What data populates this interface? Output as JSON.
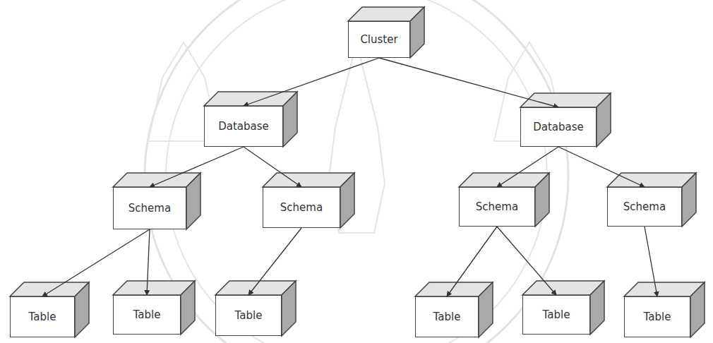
{
  "diagram": {
    "nodes": [
      {
        "text": [
          "Cluster"
        ]
      },
      {
        "text": [
          "Database"
        ]
      },
      {
        "text": [
          "Database"
        ]
      },
      {
        "text": [
          "Schema"
        ]
      },
      {
        "text": [
          "Schema"
        ]
      },
      {
        "text": [
          "Schema"
        ]
      },
      {
        "text": [
          "Schema"
        ]
      },
      {
        "text": [
          "Table"
        ]
      },
      {
        "text": [
          "Table"
        ]
      },
      {
        "text": [
          "Table"
        ]
      },
      {
        "text": [
          "Table"
        ]
      },
      {
        "text": [
          "Table"
        ]
      },
      {
        "text": [
          "Table"
        ]
      }
    ],
    "edges": [
      {
        "from": 0,
        "to": 1,
        "arrow": "to"
      },
      {
        "from": 0,
        "to": 2,
        "arrow": "to"
      },
      {
        "from": 1,
        "to": 3,
        "arrow": "to"
      },
      {
        "from": 1,
        "to": 4,
        "arrow": "to"
      },
      {
        "from": 2,
        "to": 5,
        "arrow": "to"
      },
      {
        "from": 2,
        "to": 6,
        "arrow": "to"
      },
      {
        "from": 3,
        "to": 7,
        "arrow": "to"
      },
      {
        "from": 3,
        "to": 8,
        "arrow": "to"
      },
      {
        "from": 4,
        "to": 9,
        "arrow": "to"
      },
      {
        "from": 5,
        "to": 10,
        "arrow": "to"
      },
      {
        "from": 5,
        "to": 11,
        "arrow": "to"
      },
      {
        "from": 6,
        "to": 12,
        "arrow": "to"
      }
    ]
  }
}
